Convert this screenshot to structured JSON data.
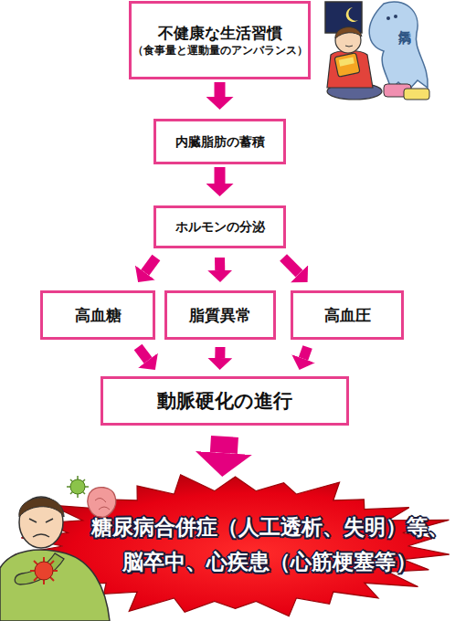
{
  "diagram": {
    "nodes": [
      {
        "text": [
          "不健康な生活習慣",
          "（食事量と運動量のアンバランス）"
        ]
      },
      {
        "text": [
          "内臓脂肪の蓄積"
        ]
      },
      {
        "text": [
          "ホルモンの分泌"
        ]
      },
      {
        "text": [
          "高血糖"
        ]
      },
      {
        "text": [
          "脂質異常"
        ]
      },
      {
        "text": [
          "高血圧"
        ]
      },
      {
        "text": [
          "動脈硬化の進行"
        ]
      },
      {
        "text": [
          "糖尿病合併症（人工透析、失明）等、 脳卒中、心疾患（心筋梗塞等）"
        ]
      }
    ],
    "edges": [
      {
        "from": 0,
        "to": 1,
        "arrow": "to"
      },
      {
        "from": 1,
        "to": 2,
        "arrow": "to"
      },
      {
        "from": 2,
        "to": 3,
        "arrow": "to"
      },
      {
        "from": 2,
        "to": 4,
        "arrow": "to"
      },
      {
        "from": 2,
        "to": 5,
        "arrow": "to"
      },
      {
        "from": 3,
        "to": 6,
        "arrow": "to"
      },
      {
        "from": 4,
        "to": 6,
        "arrow": "to"
      },
      {
        "from": 5,
        "to": 6,
        "arrow": "to"
      },
      {
        "from": 6,
        "to": 7,
        "arrow": "to"
      }
    ],
    "labels": [
      "病気"
    ]
  }
}
